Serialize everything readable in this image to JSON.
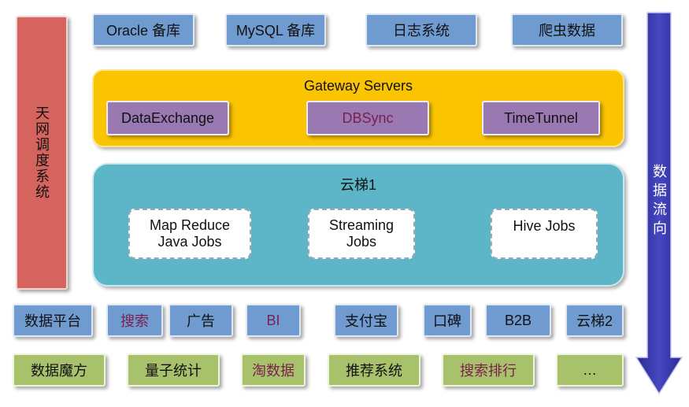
{
  "scheduler": {
    "label": "天网调度系统"
  },
  "sources": [
    {
      "label": "Oracle 备库"
    },
    {
      "label": "MySQL 备库"
    },
    {
      "label": "日志系统"
    },
    {
      "label": "爬虫数据"
    }
  ],
  "gateway": {
    "title": "Gateway Servers",
    "items": [
      {
        "label": "DataExchange"
      },
      {
        "label": "DBSync"
      },
      {
        "label": "TimeTunnel"
      }
    ]
  },
  "cloud": {
    "title": "云梯1",
    "jobs": [
      {
        "label": "Map Reduce\nJava Jobs"
      },
      {
        "label": "Streaming\nJobs"
      },
      {
        "label": "Hive Jobs"
      }
    ]
  },
  "consumers_row1": [
    {
      "label": "数据平台"
    },
    {
      "label": "搜索"
    },
    {
      "label": "广告"
    },
    {
      "label": "BI"
    },
    {
      "label": "支付宝"
    },
    {
      "label": "口碑"
    },
    {
      "label": "B2B"
    },
    {
      "label": "云梯2"
    }
  ],
  "consumers_row2": [
    {
      "label": "数据魔方"
    },
    {
      "label": "量子统计"
    },
    {
      "label": "淘数据"
    },
    {
      "label": "推荐系统"
    },
    {
      "label": "搜索排行"
    },
    {
      "label": "…"
    }
  ],
  "flow": {
    "label": [
      "数",
      "据",
      "流",
      "向"
    ]
  },
  "colors": {
    "blue_box": "#6f9bd1",
    "purple_box": "#9a79b3",
    "green_box": "#a8c26b",
    "gateway_bg": "#fbc400",
    "cloud_bg": "#5cb6c8",
    "scheduler_bg": "#d6645e",
    "arrow": "#3636a6",
    "highlight_text": "#7a1f4e"
  }
}
